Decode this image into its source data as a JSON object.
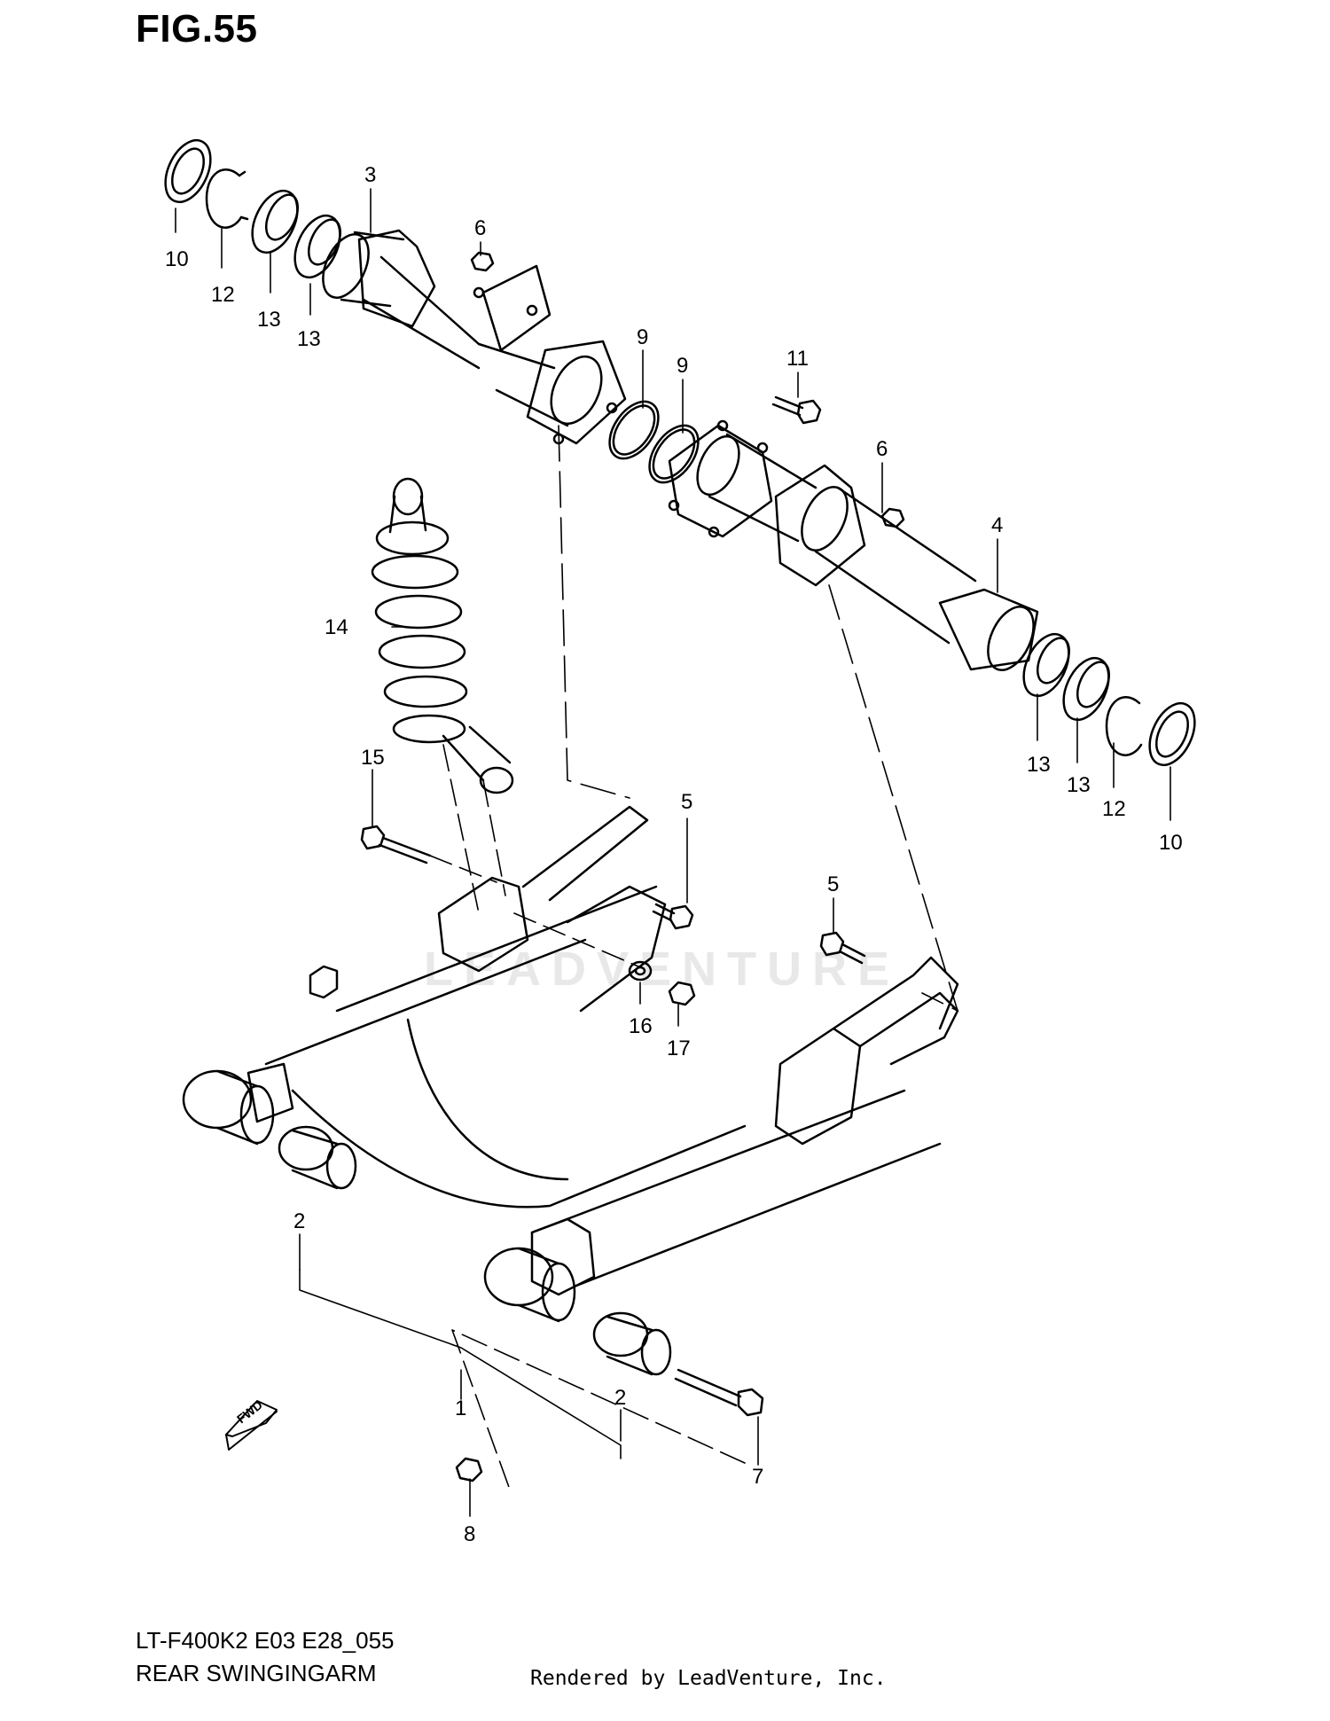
{
  "figure": {
    "title": "FIG.55"
  },
  "watermark": {
    "text": "LEADVENTURE"
  },
  "callouts": [
    {
      "id": "c10a",
      "label": "10"
    },
    {
      "id": "c12a",
      "label": "12"
    },
    {
      "id": "c13a",
      "label": "13"
    },
    {
      "id": "c13b",
      "label": "13"
    },
    {
      "id": "c3",
      "label": "3"
    },
    {
      "id": "c6a",
      "label": "6"
    },
    {
      "id": "c9a",
      "label": "9"
    },
    {
      "id": "c9b",
      "label": "9"
    },
    {
      "id": "c11",
      "label": "11"
    },
    {
      "id": "c6b",
      "label": "6"
    },
    {
      "id": "c4",
      "label": "4"
    },
    {
      "id": "c14",
      "label": "14"
    },
    {
      "id": "c13c",
      "label": "13"
    },
    {
      "id": "c13d",
      "label": "13"
    },
    {
      "id": "c12b",
      "label": "12"
    },
    {
      "id": "c10b",
      "label": "10"
    },
    {
      "id": "c15",
      "label": "15"
    },
    {
      "id": "c5a",
      "label": "5"
    },
    {
      "id": "c5b",
      "label": "5"
    },
    {
      "id": "c16",
      "label": "16"
    },
    {
      "id": "c17",
      "label": "17"
    },
    {
      "id": "c2a",
      "label": "2"
    },
    {
      "id": "c1",
      "label": "1"
    },
    {
      "id": "c2b",
      "label": "2"
    },
    {
      "id": "c7",
      "label": "7"
    },
    {
      "id": "c8",
      "label": "8"
    }
  ],
  "fwd_label": "FWD",
  "footer": {
    "model_code": "LT-F400K2 E03 E28_055",
    "caption": "REAR SWINGINGARM",
    "rendered_by": "Rendered by LeadVenture, Inc."
  }
}
